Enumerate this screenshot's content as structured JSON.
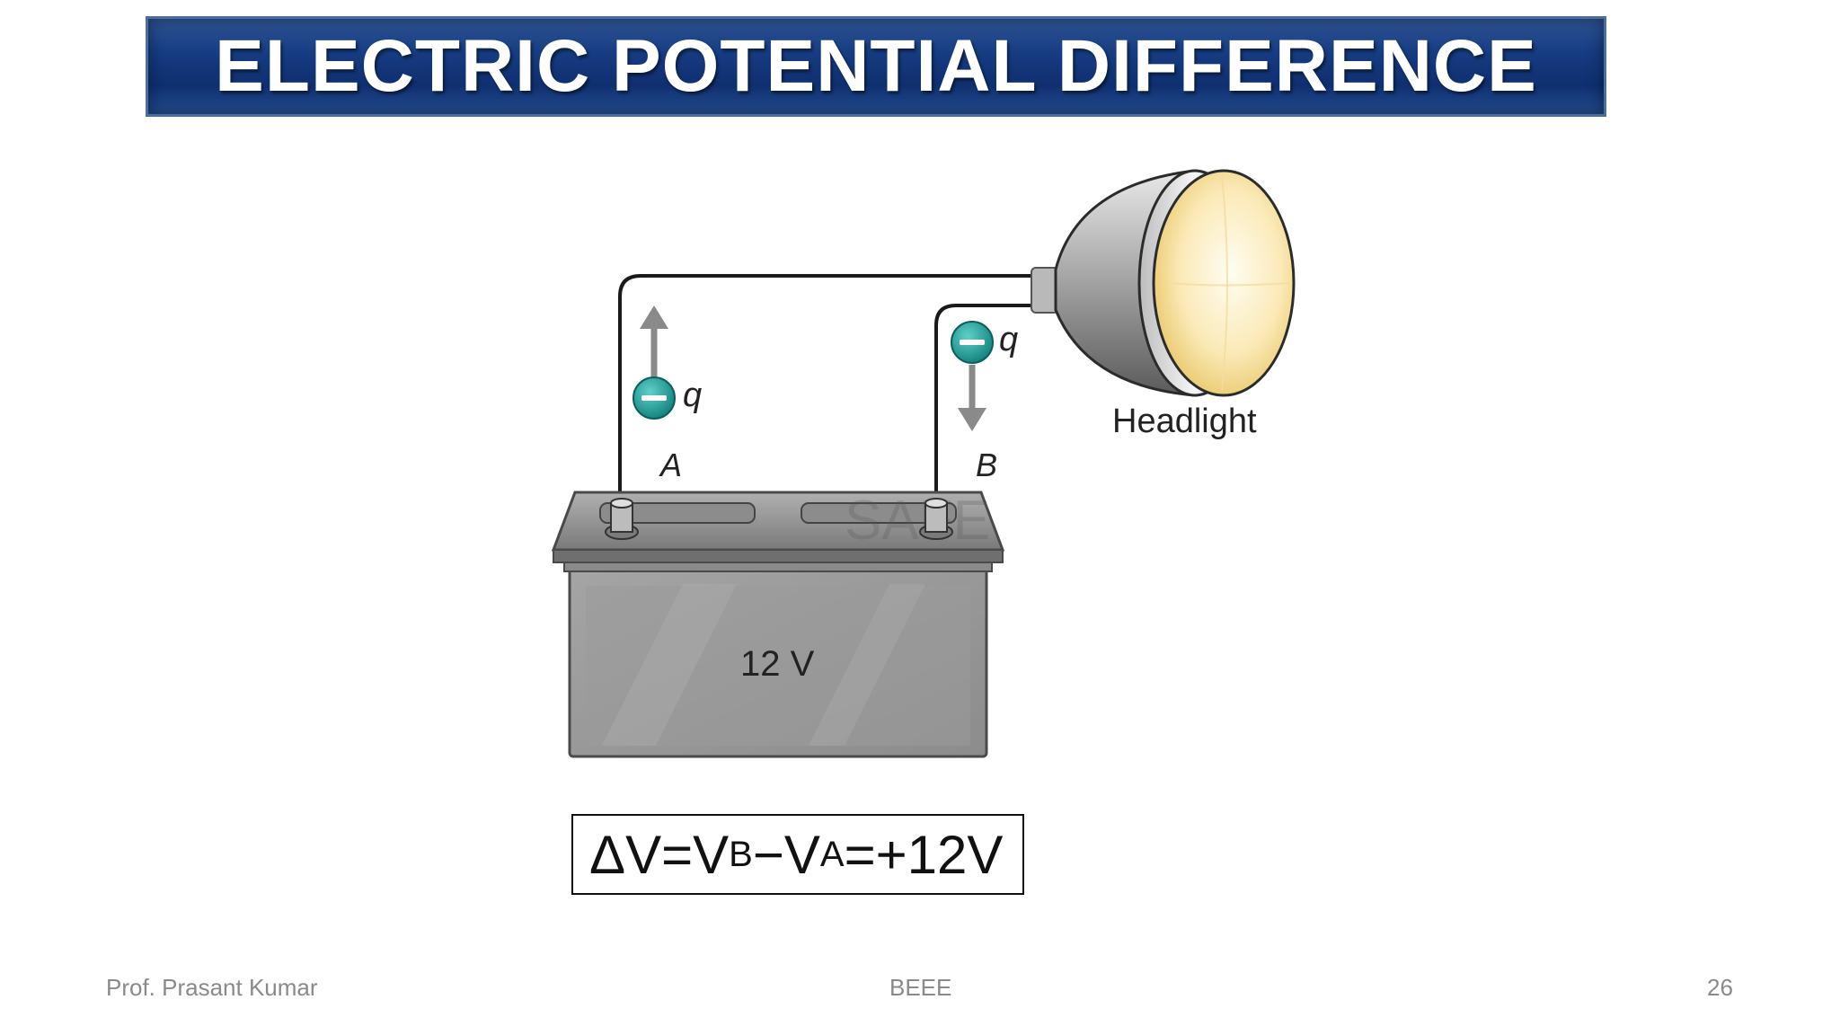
{
  "slide": {
    "title": "ELECTRIC POTENTIAL DIFFERENCE",
    "diagram": {
      "headlight_label": "Headlight",
      "charge_label_left": "q",
      "charge_label_right": "q",
      "terminal_a_label": "A",
      "terminal_b_label": "B",
      "battery_label": "12 V",
      "watermark": "SAFE"
    },
    "formula": {
      "delta_v": "ΔV=V",
      "sub_b": "B",
      "minus_v": "−V",
      "sub_a": "A",
      "result": "=+12V"
    },
    "footer": {
      "author": "Prof. Prasant Kumar",
      "course": "BEEE",
      "page_number": "26"
    }
  }
}
